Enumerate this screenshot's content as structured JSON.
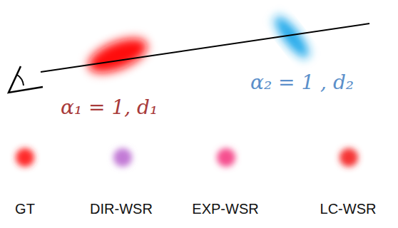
{
  "diagram": {
    "labels": [
      "α₁ = 1, d₁",
      "α₂ = 1 , d₂",
      "GT",
      "DIR-WSR",
      "EXP-WSR",
      "LC-WSR"
    ]
  }
}
